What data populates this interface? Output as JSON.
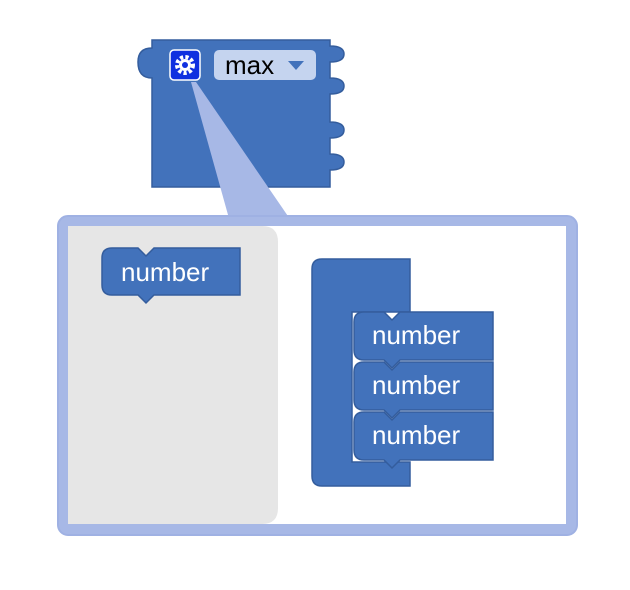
{
  "colors": {
    "block_fill": "#4272bb",
    "block_stroke": "#345d9d",
    "bubble_fill": "#a7b8e6",
    "bubble_border": "#9fb1e3",
    "flyout_fill": "#e6e6e6",
    "workspace_fill": "#ffffff",
    "gear_fill": "#1030e0",
    "dropdown_fill": "#c5d4ef",
    "dropdown_arrow": "#4272bb"
  },
  "main_block": {
    "icon": "gear-icon",
    "dropdown_value": "max",
    "dropdown_icon": "dropdown-arrow-icon"
  },
  "mutator": {
    "flyout_block_label": "number",
    "container_items": [
      "number",
      "number",
      "number"
    ]
  }
}
